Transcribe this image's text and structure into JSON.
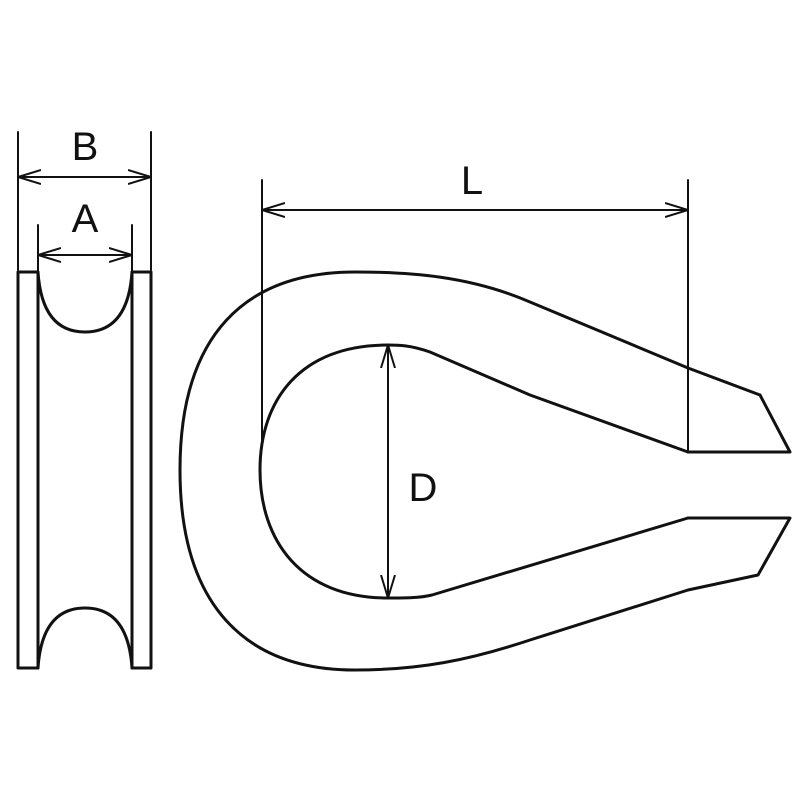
{
  "labels": {
    "b": "B",
    "a": "A",
    "l": "L",
    "d": "D"
  },
  "colors": {
    "stroke": "#111111",
    "background": "#ffffff"
  }
}
